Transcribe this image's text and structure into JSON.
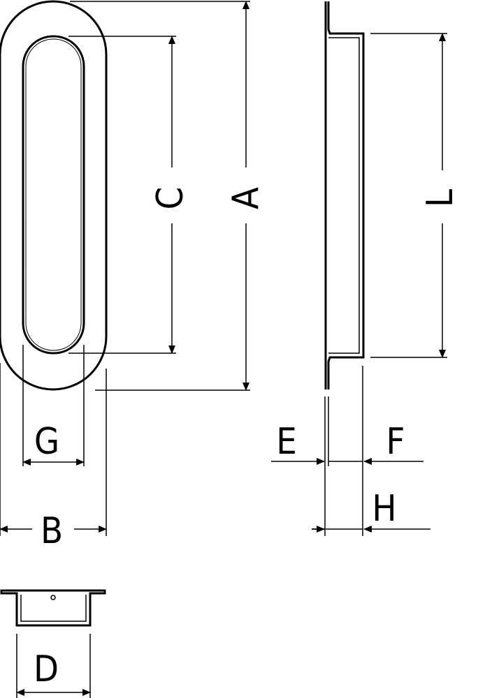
{
  "labels": {
    "A": "A",
    "B": "B",
    "C": "C",
    "D": "D",
    "E": "E",
    "F": "F",
    "G": "G",
    "H": "H",
    "L": "L"
  }
}
